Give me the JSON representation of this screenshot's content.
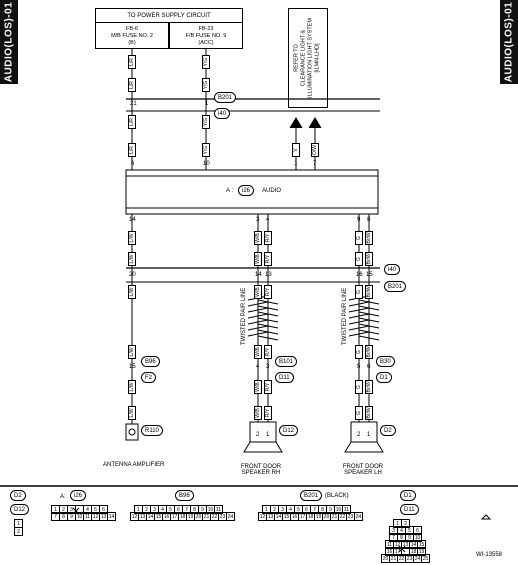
{
  "side_tabs": {
    "left": "AUDIO(LOS)-01",
    "right": "AUDIO(LOS)-01"
  },
  "power": {
    "title": "TO POWER SUPPLY CIRCUIT",
    "left": {
      "fb": "FB-6",
      "fuse": "M/B FUSE NO. 2",
      "note": "(B)"
    },
    "right": {
      "fb": "FB-23",
      "fuse": "F/B FUSE NO. 9",
      "note": "(ACC)"
    }
  },
  "refer": {
    "line1": "REFER TO",
    "line2": "CLEARANCE LIGHT &",
    "line3": "ILLUMINATION LIGHT SYSTEM",
    "line4": "[ILMN-LHD]"
  },
  "audio_unit": {
    "prefix": "A :",
    "id": "i26",
    "name": "AUDIO"
  },
  "connectors": {
    "b201_top": "B201",
    "i40_top": "i40",
    "i40": "i40",
    "b201": "B201",
    "b96": "B96",
    "f2": "F2",
    "r110": "R110",
    "b101": "B101",
    "d11": "D11",
    "d12": "D12",
    "b30": "B30",
    "d1": "D1",
    "d2": "D2"
  },
  "wires": {
    "lr": "L/R",
    "yg": "Y/G",
    "v": "V",
    "ow": "O/W",
    "lw": "L/W",
    "wb": "W/B",
    "ry": "R/Y",
    "g": "G",
    "brw": "Br/W"
  },
  "pins": {
    "lr_a": "6",
    "yg_a": "10",
    "v_a": "1",
    "ow_a": "7",
    "lr_b": "21",
    "yg_b": "1",
    "lr_c": "4",
    "yg_c": "2",
    "lw_a": "14",
    "wb_a": "3",
    "ry_a": "4",
    "g_a": "9",
    "brw_a": "8",
    "lw_b": "20",
    "wb_b": "14",
    "ry_b": "13",
    "g_b": "16",
    "brw_b": "15",
    "lw_c": "15",
    "wb_c": "4",
    "ry_c": "3",
    "g_c": "5",
    "brw_c": "6",
    "lw_d": "1",
    "wb_d": "2",
    "ry_d": "1",
    "g_d": "2",
    "brw_d": "1"
  },
  "twisted": "TWISTED PAIR LINE",
  "components": {
    "antenna": "ANTENNA AMPLIFIER",
    "speaker_rh": "FRONT DOOR SPEAKER RH",
    "speaker_lh": "FRONT DOOR SPEAKER LH"
  },
  "bottom": {
    "d2": "D2",
    "d12": "D12",
    "a_prefix": "A:",
    "i26": "i26",
    "b96": "B96",
    "b201": "B201",
    "b201_note": "(BLACK)",
    "d1": "D1",
    "d11": "D11",
    "d12_pins": [
      "1",
      "2"
    ],
    "i26_row1": [
      "1",
      "2",
      "3",
      "X",
      "4",
      "5",
      "6"
    ],
    "i26_row2": [
      "7",
      "8",
      "9",
      "10",
      "11",
      "12",
      "13",
      "14"
    ],
    "b96_row1": [
      "1",
      "2",
      "3",
      "4",
      "5",
      "6",
      "7",
      "8",
      "9",
      "10",
      "11"
    ],
    "b96_row2": [
      "12",
      "13",
      "14",
      "15",
      "16",
      "17",
      "18",
      "19",
      "20",
      "21",
      "22",
      "23",
      "24"
    ],
    "b201_row1": [
      "1",
      "2",
      "3",
      "4",
      "5",
      "6",
      "7",
      "8",
      "9",
      "10",
      "11"
    ],
    "b201_row2": [
      "12",
      "13",
      "14",
      "15",
      "16",
      "17",
      "18",
      "19",
      "20",
      "21",
      "22",
      "23",
      "24"
    ],
    "d11_grid": [
      [
        "1",
        "2"
      ],
      [
        "3",
        "4",
        "5",
        "6"
      ],
      [
        "7",
        "8",
        "9",
        "10"
      ],
      [
        "11",
        "12",
        "13",
        "14",
        "15"
      ],
      [
        "16",
        "17",
        "X",
        "18",
        "19"
      ],
      [
        "20",
        "21",
        "22",
        "23",
        "24",
        "25"
      ]
    ]
  },
  "code": "WI-13558"
}
